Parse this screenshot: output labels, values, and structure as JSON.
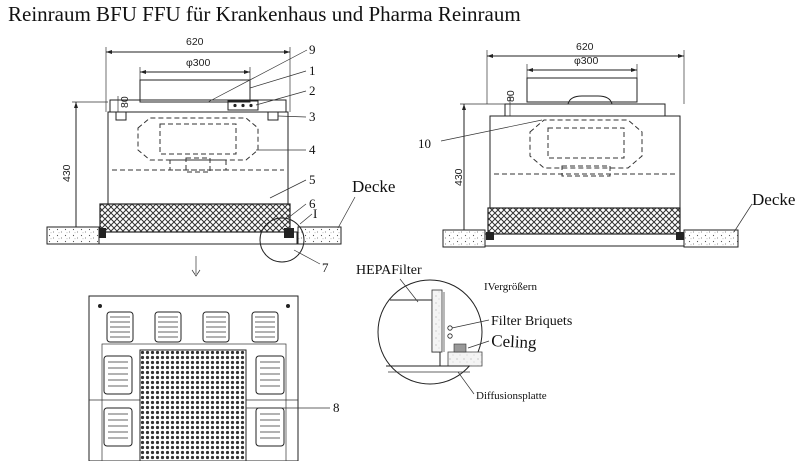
{
  "title": "Reinraum BFU FFU für Krankenhaus und Pharma Reinraum",
  "left_view": {
    "width_dim": "620",
    "duct_dim": "φ300",
    "height_dim": "430",
    "flange_dim": "80",
    "callouts": [
      "9",
      "1",
      "2",
      "3",
      "4",
      "5",
      "6",
      "7",
      "8"
    ],
    "detail_marker": "I",
    "ceiling_label": "Decke"
  },
  "right_view": {
    "width_dim": "620",
    "duct_dim": "φ300",
    "height_dim": "430",
    "flange_dim": "80",
    "callout": "10",
    "ceiling_label": "Decke"
  },
  "detail_view": {
    "hepa_label": "HEPAFilter",
    "zoom_label": "IVergrößern",
    "briquets_label": "Filter Briquets",
    "ceiling_label": "Celing",
    "plate_label": "Diffusionsplatte"
  },
  "colors": {
    "line": "#222222",
    "background": "#ffffff",
    "mesh": "#333333"
  }
}
